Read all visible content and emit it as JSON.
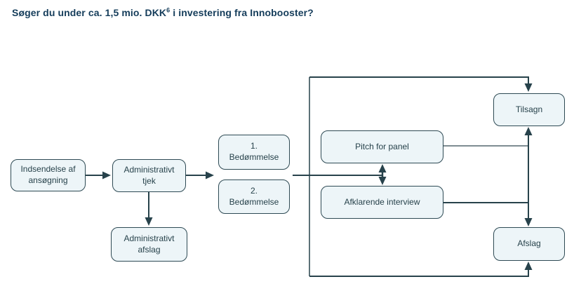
{
  "title": {
    "prefix": "Søger du under ca. 1,5 mio. DKK",
    "superscript": "6",
    "suffix": " i investering fra Innobooster?"
  },
  "colors": {
    "title_text": "#143c5a",
    "node_fill": "#edf5f8",
    "node_border": "#2e4a54",
    "node_text": "#27424b",
    "connector": "#27424b",
    "connector_light": "#53676f",
    "background": "#ffffff"
  },
  "diagram": {
    "nodes": {
      "indsendelse": {
        "label": "Indsendelse af\nansøgning"
      },
      "admin_tjek": {
        "label": "Administrativt\ntjek"
      },
      "admin_afslag": {
        "label": "Administrativt\nafslag"
      },
      "bedoemmelse1": {
        "label": "1.\nBedømmelse"
      },
      "bedoemmelse2": {
        "label": "2.\nBedømmelse"
      },
      "pitch": {
        "label": "Pitch for panel"
      },
      "interview": {
        "label": "Afklarende interview"
      },
      "tilsagn": {
        "label": "Tilsagn"
      },
      "afslag": {
        "label": "Afslag"
      }
    }
  }
}
